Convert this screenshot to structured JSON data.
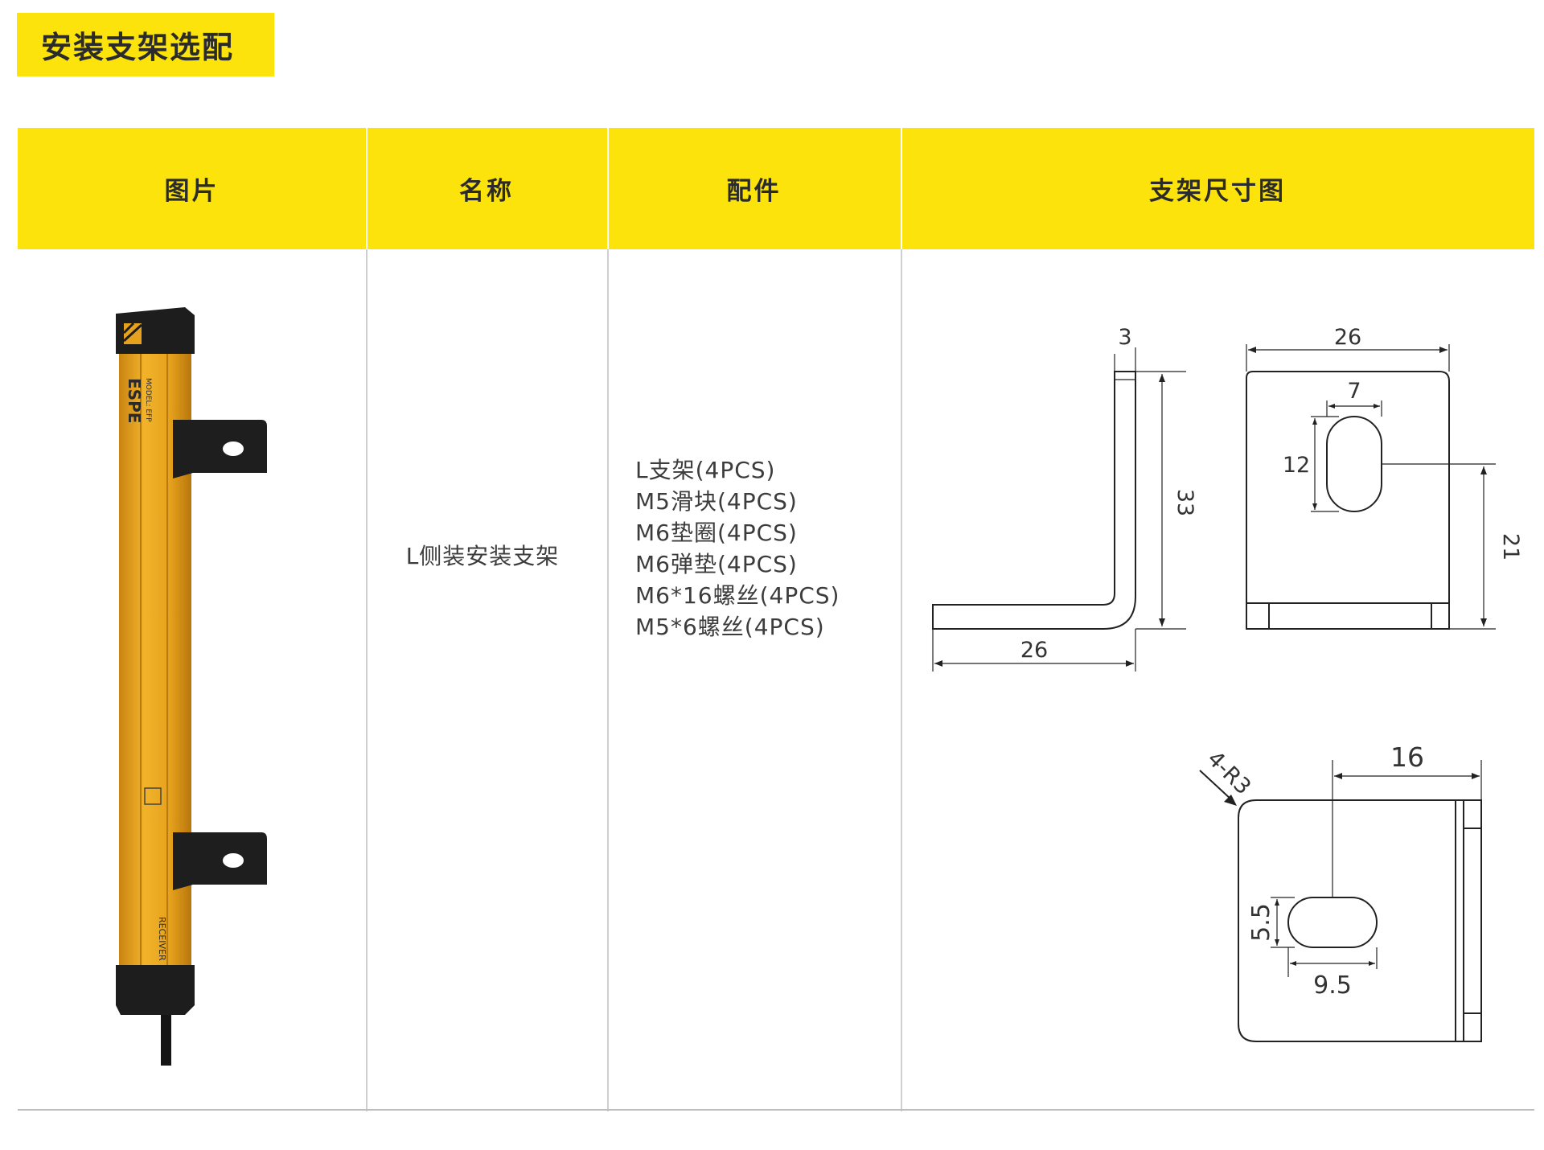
{
  "section_title": "安装支架选配",
  "table": {
    "headers": [
      "图片",
      "名称",
      "配件",
      "支架尺寸图"
    ],
    "row": {
      "name": "L侧装安装支架",
      "parts": [
        "L支架(4PCS)",
        "M5滑块(4PCS)",
        "M6垫圈(4PCS)",
        "M6弹垫(4PCS)",
        "M6*16螺丝(4PCS)",
        "M5*6螺丝(4PCS)"
      ]
    }
  },
  "product_image": {
    "brand": "ESPE",
    "model": "MODEL: EFP",
    "unit": "RECEIVER"
  },
  "dimensions": {
    "side_view": {
      "thickness": "3",
      "height": "33",
      "length": "26"
    },
    "front_view": {
      "width": "26",
      "slot_width": "7",
      "slot_height": "12",
      "center_height": "21"
    },
    "top_view": {
      "corner_radius": "4-R3",
      "center_offset": "16",
      "slot_height": "5.5",
      "slot_width": "9.5"
    }
  },
  "colors": {
    "accent": "#fbe30b",
    "product_body": "#e6a21c",
    "bracket": "#1e1e1e"
  }
}
